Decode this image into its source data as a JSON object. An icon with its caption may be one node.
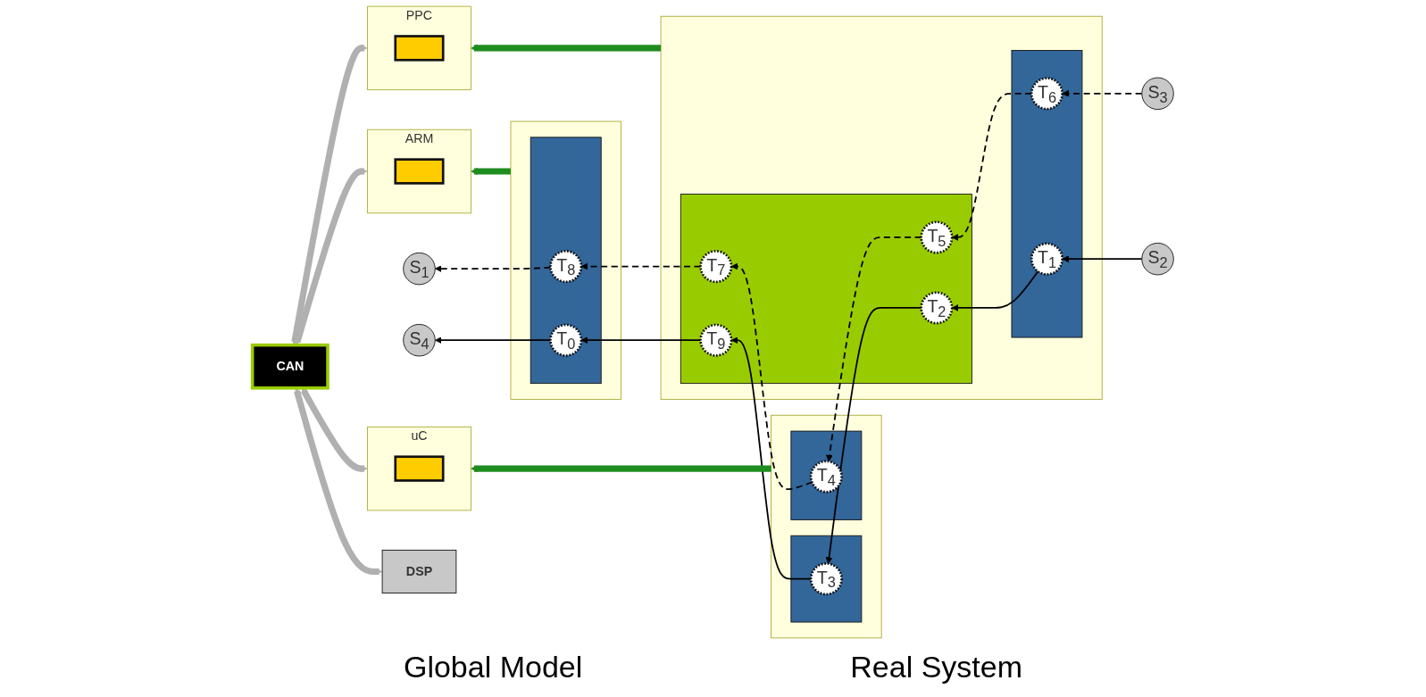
{
  "diagram": {
    "nodes": [
      {
        "text": [],
        "shape": "box"
      },
      {
        "text": [],
        "shape": "box",
        "in": 0
      },
      {
        "text": [
          "T$_{3}$"
        ],
        "in": 1
      },
      {
        "text": [],
        "shape": "box",
        "in": 0
      },
      {
        "text": [
          "T$_{4}$"
        ],
        "in": 3
      },
      {
        "text": [],
        "shape": "box"
      },
      {
        "text": [],
        "shape": "box",
        "in": 5
      },
      {
        "text": [
          "T$_{2}$"
        ],
        "in": 6
      },
      {
        "text": [
          "T$_{5}$"
        ],
        "in": 6
      },
      {
        "text": [
          "T$_{7}$"
        ],
        "in": 6
      },
      {
        "text": [
          "T$_{9}$"
        ],
        "in": 6
      },
      {
        "text": [],
        "shape": "box",
        "in": 5
      },
      {
        "text": [
          "T$_{1}$"
        ],
        "in": 11
      },
      {
        "text": [
          "T$_{6}$"
        ],
        "in": 11
      },
      {
        "text": [],
        "shape": "box"
      },
      {
        "text": [],
        "shape": "box",
        "in": 14
      },
      {
        "text": [
          "T$_{8}$"
        ],
        "in": 15
      },
      {
        "text": [
          "T$_{0}$"
        ],
        "in": 15
      },
      {
        "text": [
          "S$_{2}$"
        ]
      },
      {
        "text": [
          "S$_{3}$"
        ]
      },
      {
        "text": [
          "S$_{1}$"
        ]
      },
      {
        "text": [
          "S$_{4}$"
        ]
      },
      {
        "text": [
          "PPC"
        ]
      },
      {
        "text": [],
        "shape": "box",
        "in": 22
      },
      {
        "text": [
          "uC"
        ]
      },
      {
        "text": [],
        "shape": "box",
        "in": 24
      },
      {
        "text": [
          "CAN"
        ]
      },
      {
        "text": [
          "DSP"
        ]
      },
      {
        "text": [
          "ARM"
        ]
      },
      {
        "text": [],
        "shape": "box",
        "in": 28
      }
    ],
    "edges": [
      {
        "from": 18,
        "to": 12,
        "arrow": "to"
      },
      {
        "from": 12,
        "to": 7,
        "arrow": "to"
      },
      {
        "from": 7,
        "to": 2,
        "arrow": "to"
      },
      {
        "from": 2,
        "to": 10,
        "arrow": "to"
      },
      {
        "from": 10,
        "to": 17,
        "arrow": "to"
      },
      {
        "from": 17,
        "to": 21,
        "arrow": "to"
      },
      {
        "from": 19,
        "to": 13,
        "arrow": "to",
        "style": "dashed"
      },
      {
        "from": 13,
        "to": 8,
        "arrow": "to",
        "style": "dashed"
      },
      {
        "from": 8,
        "to": 4,
        "arrow": "to",
        "style": "dashed"
      },
      {
        "from": 4,
        "to": 9,
        "arrow": "to",
        "style": "dashed"
      },
      {
        "from": 9,
        "to": 16,
        "arrow": "to",
        "style": "dashed"
      },
      {
        "from": 16,
        "to": 20,
        "arrow": "to",
        "style": "dashed"
      },
      {
        "from": 0,
        "to": 24,
        "arrow": "to",
        "style": "thick",
        "color": "#1e8c1e"
      },
      {
        "from": 5,
        "to": 22,
        "arrow": "to",
        "style": "thick",
        "color": "#1e8c1e"
      },
      {
        "from": 14,
        "to": 28,
        "arrow": "to",
        "style": "thick",
        "color": "#1e8c1e"
      },
      {
        "from": 22,
        "to": 26,
        "arrow": "both",
        "style": "thick",
        "color": "#b0b0b0"
      },
      {
        "from": 24,
        "to": 26,
        "arrow": "both",
        "style": "thick",
        "color": "#b0b0b0"
      },
      {
        "from": 27,
        "to": 26,
        "arrow": "both",
        "style": "thick",
        "color": "#b0b0b0"
      },
      {
        "from": 28,
        "to": 26,
        "arrow": "both",
        "style": "thick",
        "color": "#b0b0b0"
      }
    ],
    "labels": [
      "Global Model",
      "Real System"
    ]
  }
}
